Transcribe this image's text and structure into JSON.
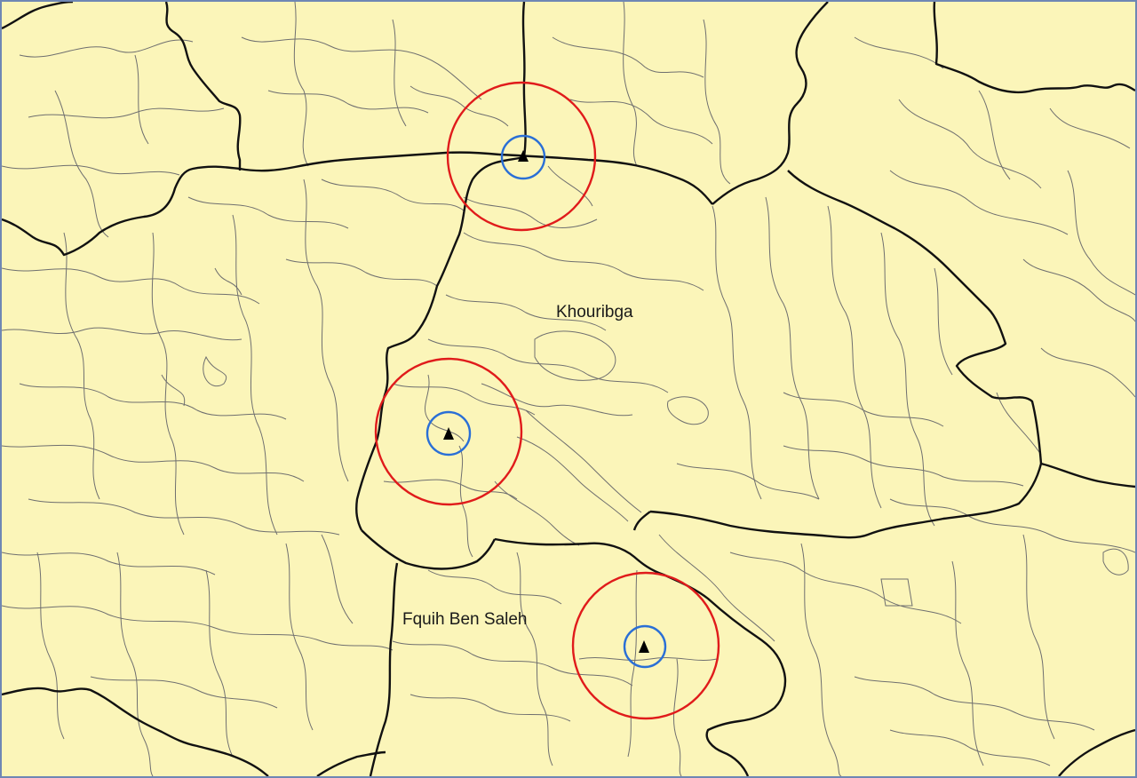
{
  "map": {
    "labels": {
      "khouribga": "Khouribga",
      "fquih_ben_saleh": "Fquih Ben Saleh"
    },
    "colors": {
      "land": "#fbf5b9",
      "commune_border": "#6f6f6f",
      "province_border": "#111111",
      "outer_ring": "#e01b1b",
      "inner_ring": "#2a6fd6",
      "marker": "#000000",
      "frame": "#6f87b4"
    },
    "markers": [
      {
        "name": "site-north",
        "icon": "triangle-marker-icon"
      },
      {
        "name": "site-central",
        "icon": "triangle-marker-icon"
      },
      {
        "name": "site-south",
        "icon": "triangle-marker-icon"
      }
    ]
  }
}
